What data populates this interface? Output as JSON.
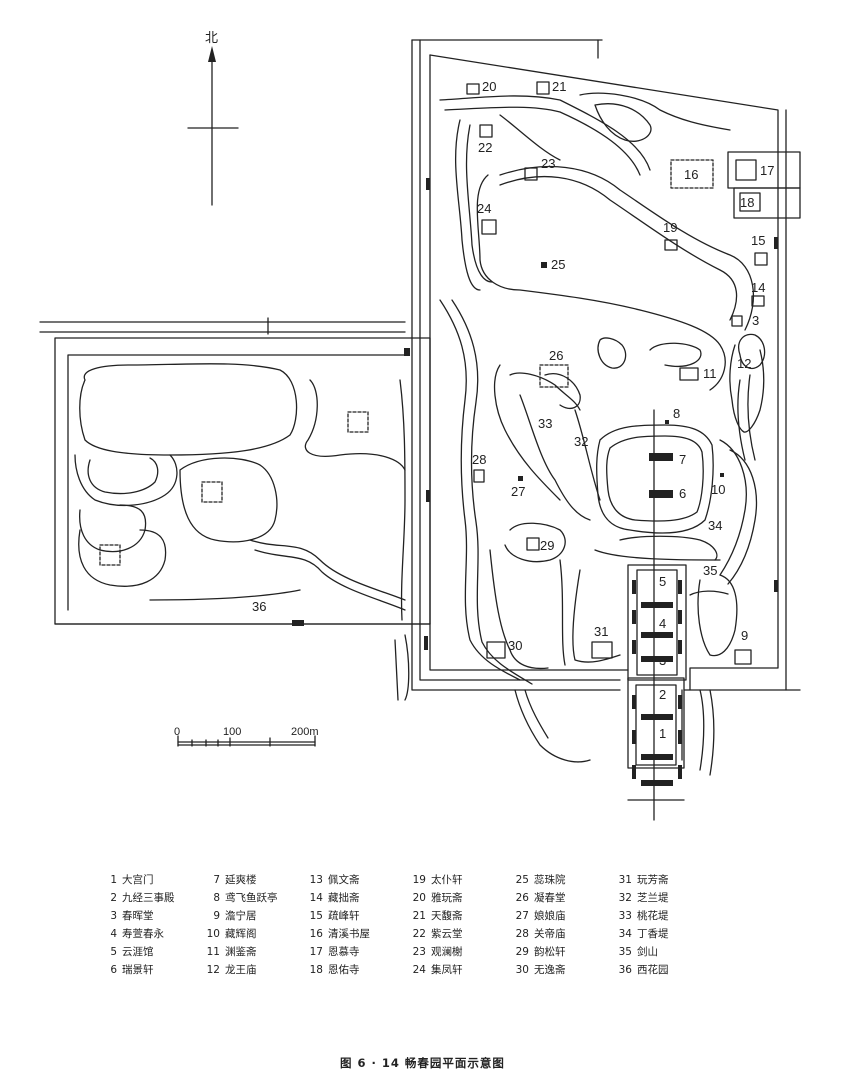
{
  "north_label": "北",
  "scale": {
    "labels": [
      "0",
      "100",
      "200m"
    ]
  },
  "map_labels": [
    {
      "id": "1",
      "text": "1"
    },
    {
      "id": "2",
      "text": "2"
    },
    {
      "id": "3",
      "text": "3"
    },
    {
      "id": "3b",
      "text": "3"
    },
    {
      "id": "4",
      "text": "4"
    },
    {
      "id": "5",
      "text": "5"
    },
    {
      "id": "6",
      "text": "6"
    },
    {
      "id": "7",
      "text": "7"
    },
    {
      "id": "8",
      "text": "8"
    },
    {
      "id": "9",
      "text": "9"
    },
    {
      "id": "10",
      "text": "10"
    },
    {
      "id": "11",
      "text": "11"
    },
    {
      "id": "12",
      "text": "12"
    },
    {
      "id": "14",
      "text": "14"
    },
    {
      "id": "15",
      "text": "15"
    },
    {
      "id": "16",
      "text": "16"
    },
    {
      "id": "17",
      "text": "17"
    },
    {
      "id": "18",
      "text": "18"
    },
    {
      "id": "19",
      "text": "19"
    },
    {
      "id": "20",
      "text": "20"
    },
    {
      "id": "21",
      "text": "21"
    },
    {
      "id": "22",
      "text": "22"
    },
    {
      "id": "23",
      "text": "23"
    },
    {
      "id": "24",
      "text": "24"
    },
    {
      "id": "25",
      "text": "25"
    },
    {
      "id": "26",
      "text": "26"
    },
    {
      "id": "27",
      "text": "27"
    },
    {
      "id": "28",
      "text": "28"
    },
    {
      "id": "29",
      "text": "29"
    },
    {
      "id": "30",
      "text": "30"
    },
    {
      "id": "31",
      "text": "31"
    },
    {
      "id": "32",
      "text": "32"
    },
    {
      "id": "33",
      "text": "33"
    },
    {
      "id": "34",
      "text": "34"
    },
    {
      "id": "35",
      "text": "35"
    },
    {
      "id": "36",
      "text": "36"
    }
  ],
  "legend": [
    {
      "num": "1",
      "name": "大宫门"
    },
    {
      "num": "2",
      "name": "九经三事殿"
    },
    {
      "num": "3",
      "name": "春晖堂"
    },
    {
      "num": "4",
      "name": "寿萱春永"
    },
    {
      "num": "5",
      "name": "云涯馆"
    },
    {
      "num": "6",
      "name": "瑞景轩"
    },
    {
      "num": "7",
      "name": "延爽楼"
    },
    {
      "num": "8",
      "name": "鸢飞鱼跃亭"
    },
    {
      "num": "9",
      "name": "澹宁居"
    },
    {
      "num": "10",
      "name": "藏辉阁"
    },
    {
      "num": "11",
      "name": "渊鉴斋"
    },
    {
      "num": "12",
      "name": "龙王庙"
    },
    {
      "num": "13",
      "name": "佩文斋"
    },
    {
      "num": "14",
      "name": "藏拙斋"
    },
    {
      "num": "15",
      "name": "疏峰轩"
    },
    {
      "num": "16",
      "name": "清溪书屋"
    },
    {
      "num": "17",
      "name": "恩慕寺"
    },
    {
      "num": "18",
      "name": "恩佑寺"
    },
    {
      "num": "19",
      "name": "太仆轩"
    },
    {
      "num": "20",
      "name": "雅玩斋"
    },
    {
      "num": "21",
      "name": "天馥斋"
    },
    {
      "num": "22",
      "name": "紫云堂"
    },
    {
      "num": "23",
      "name": "观澜榭"
    },
    {
      "num": "24",
      "name": "集凤轩"
    },
    {
      "num": "25",
      "name": "蕊珠院"
    },
    {
      "num": "26",
      "name": "凝春堂"
    },
    {
      "num": "27",
      "name": "娘娘庙"
    },
    {
      "num": "28",
      "name": "关帝庙"
    },
    {
      "num": "29",
      "name": "韵松轩"
    },
    {
      "num": "30",
      "name": "无逸斋"
    },
    {
      "num": "31",
      "name": "玩芳斋"
    },
    {
      "num": "32",
      "name": "芝兰堤"
    },
    {
      "num": "33",
      "name": "桃花堤"
    },
    {
      "num": "34",
      "name": "丁香堤"
    },
    {
      "num": "35",
      "name": "剑山"
    },
    {
      "num": "36",
      "name": "西花园"
    }
  ],
  "caption": "图 6 · 14 畅春园平面示意图"
}
